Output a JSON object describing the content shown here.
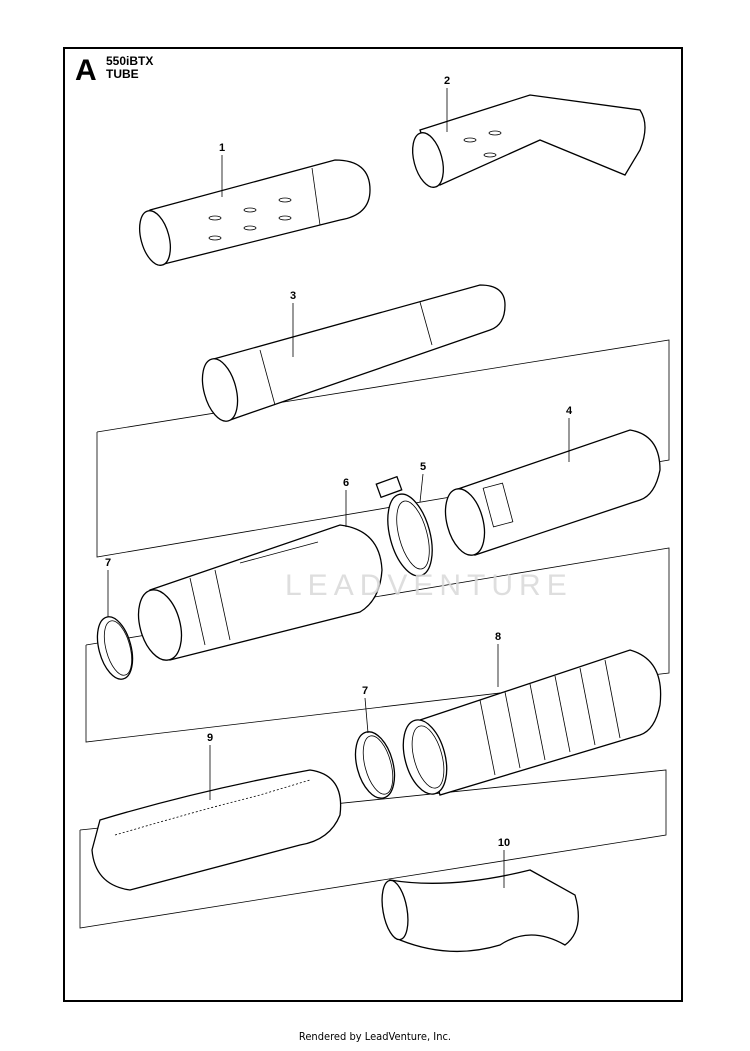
{
  "header": {
    "letter": "A",
    "model": "550iBTX",
    "title": "TUBE"
  },
  "callouts": [
    "1",
    "2",
    "3",
    "4",
    "5",
    "6",
    "7",
    "8",
    "7",
    "9",
    "10"
  ],
  "watermark": "LEADVENTURE",
  "footer": "Rendered by LeadVenture, Inc."
}
